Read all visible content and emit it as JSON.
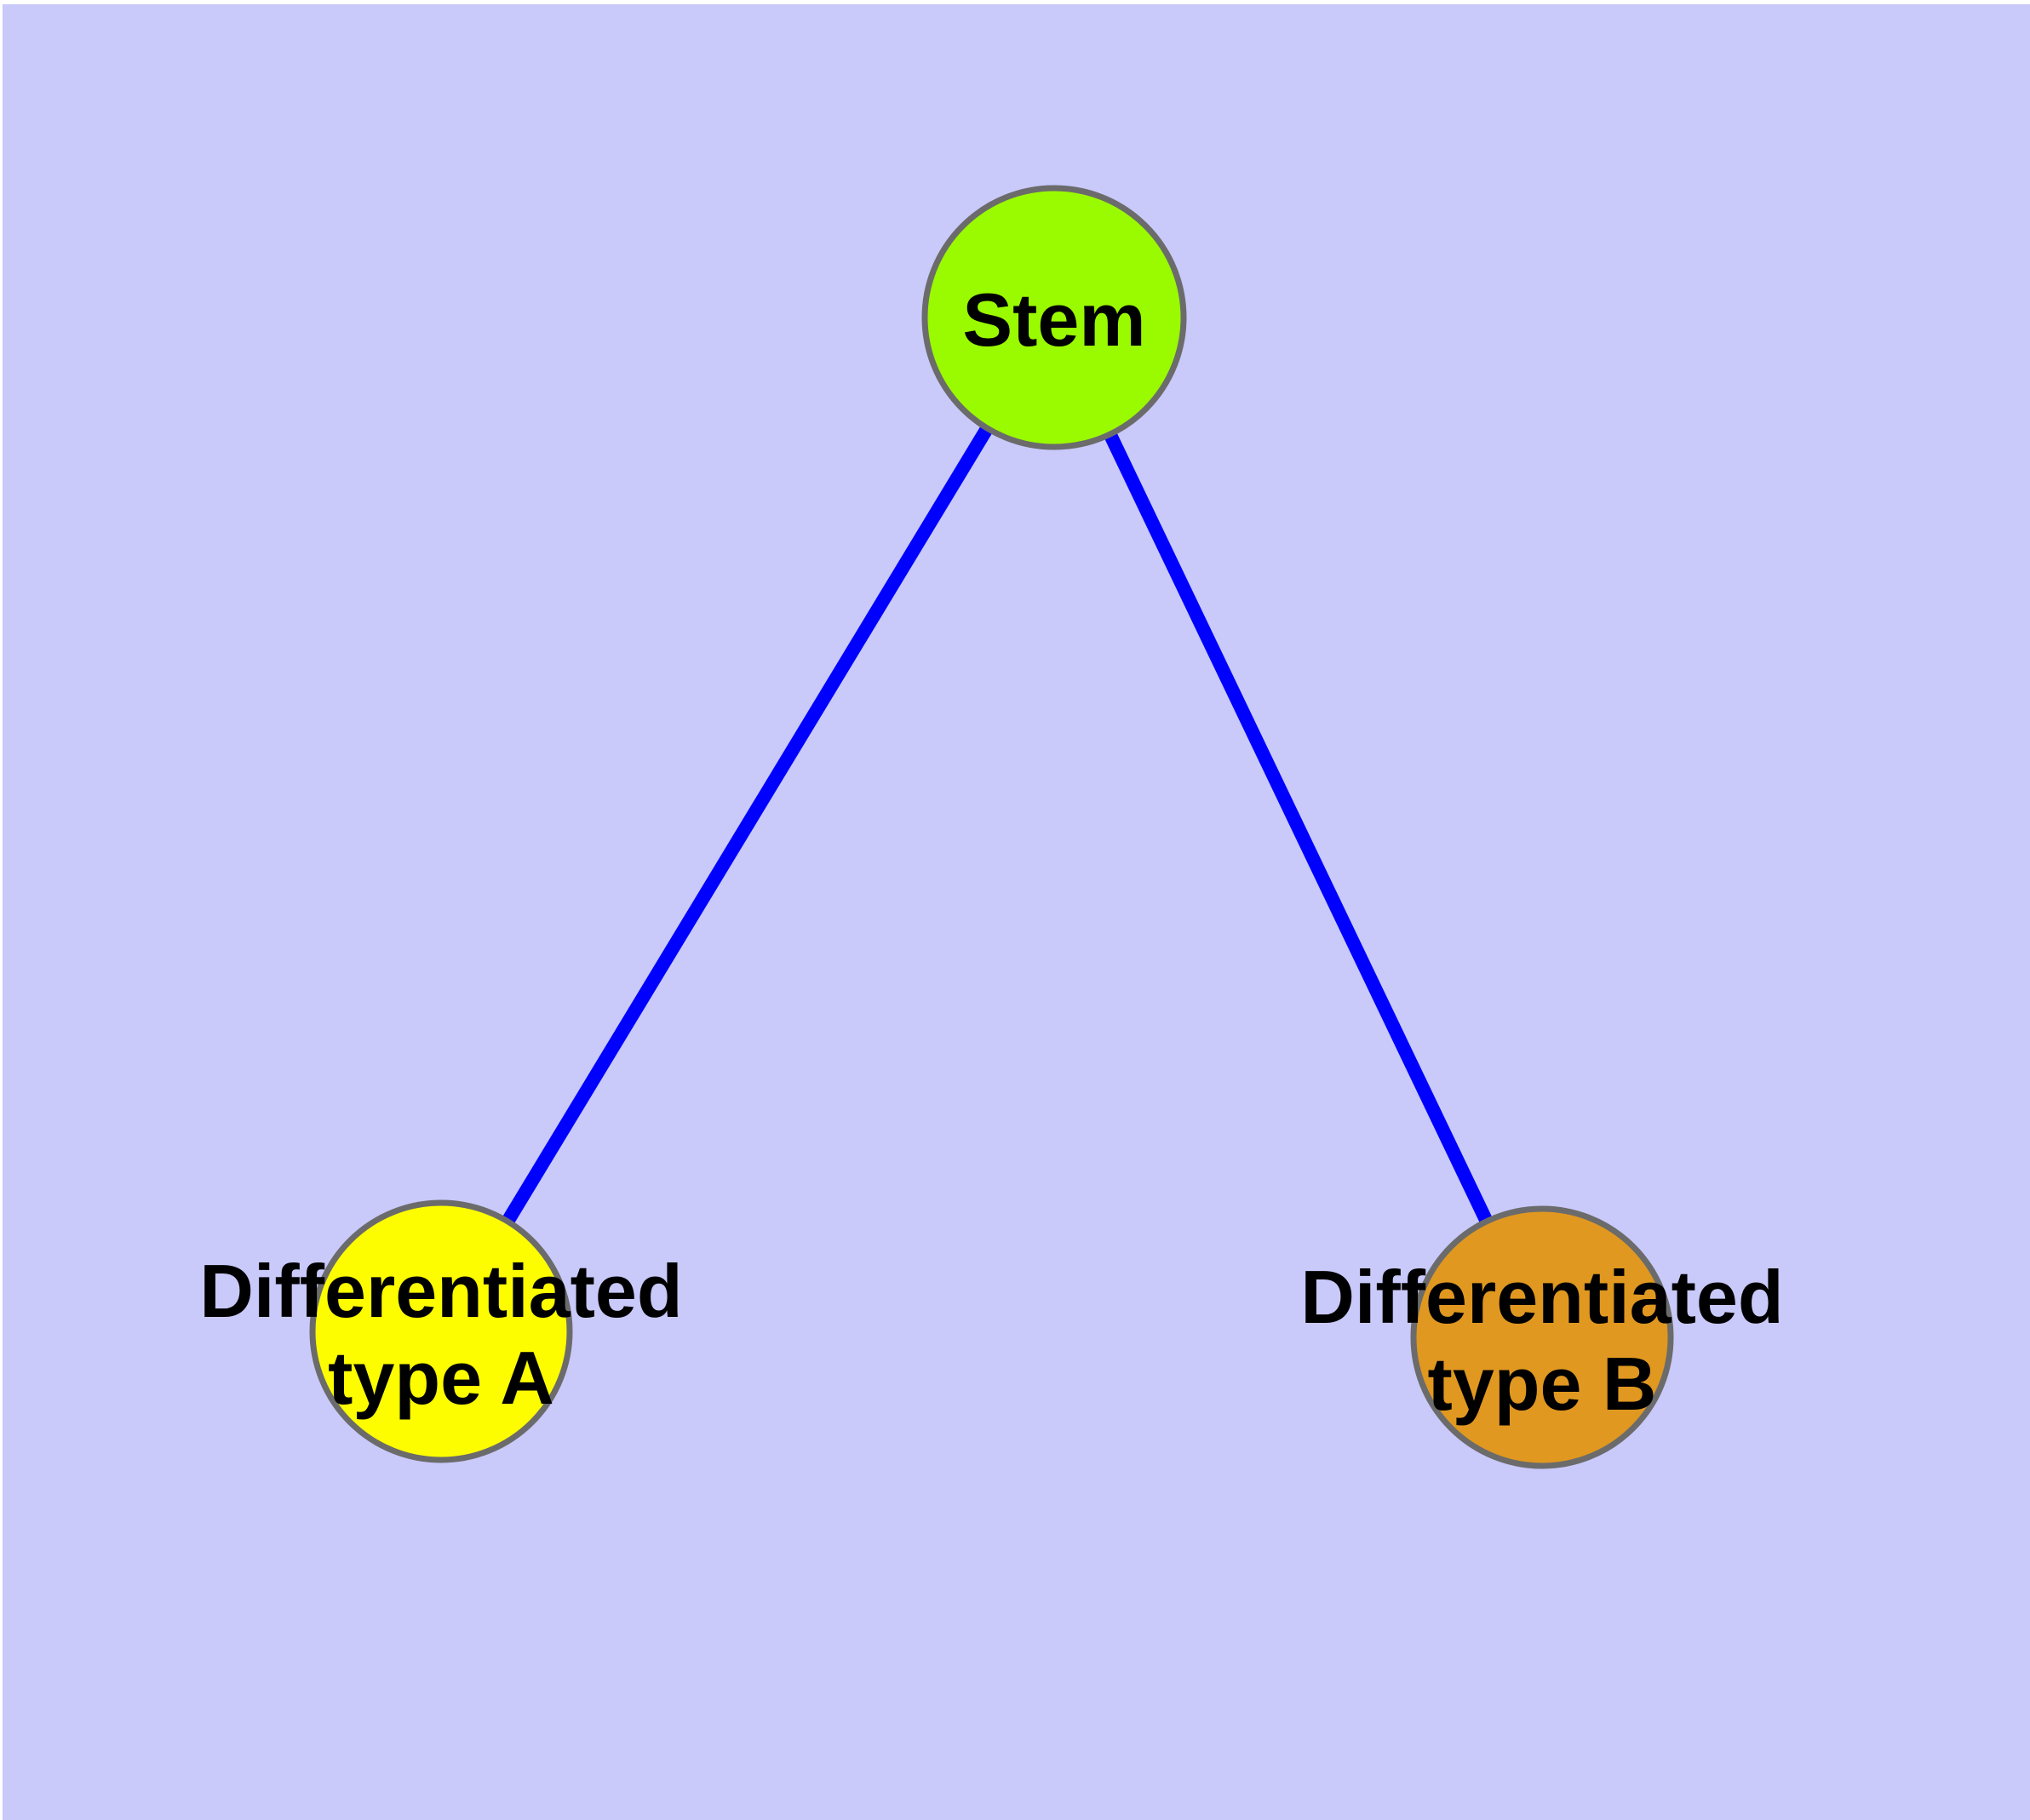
{
  "diagram": {
    "type": "graph",
    "colors": {
      "page_margin": "#FFFFFF",
      "background": "#C9C9FA",
      "edge": "#0000FF",
      "node_border": "#6B6B6B",
      "text": "#000000"
    },
    "nodes": {
      "stem": {
        "label": "Stem",
        "fill": "#9AFA00"
      },
      "type_a": {
        "label_line1": "Differentiated",
        "label_line2": "type A",
        "fill": "#FDFD00"
      },
      "type_b": {
        "label_line1": "Differentiated",
        "label_line2": "type B",
        "fill": "#E09820"
      }
    },
    "edges": [
      {
        "from": "stem",
        "to": "type_a"
      },
      {
        "from": "stem",
        "to": "type_b"
      }
    ]
  }
}
